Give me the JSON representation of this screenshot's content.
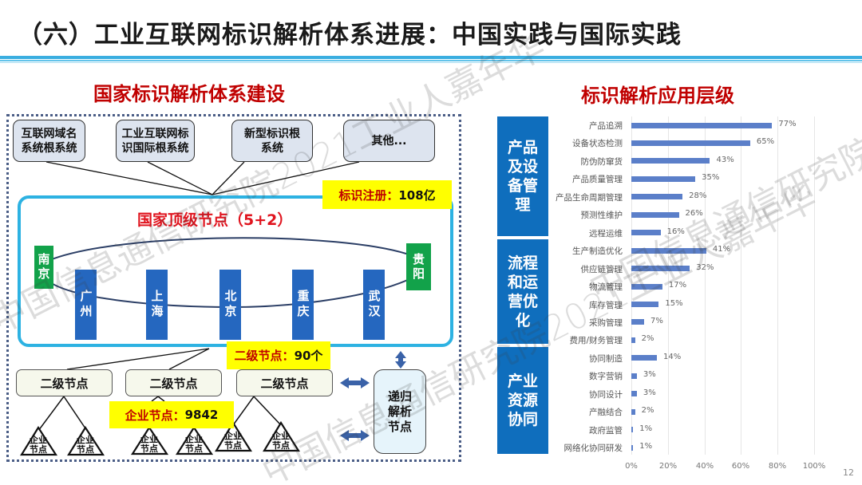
{
  "page": {
    "title": "（六）工业互联网标识解析体系进展：中国实践与国际实践",
    "page_number": "12"
  },
  "left": {
    "heading": "国家标识解析体系建设",
    "root_systems": [
      {
        "label": "互联网域名\n系统根系统"
      },
      {
        "label": "工业互联网标\n识国际根系统"
      },
      {
        "label": "新型标识根\n系统"
      },
      {
        "label": "其他..."
      }
    ],
    "registration_callout": {
      "key": "标识注册：",
      "value": "108亿"
    },
    "top_node_title": "国家顶级节点（5+2）",
    "green_nodes": [
      {
        "label": "南京"
      },
      {
        "label": "贵阳"
      }
    ],
    "blue_nodes": [
      {
        "label": "广州"
      },
      {
        "label": "上海"
      },
      {
        "label": "北京"
      },
      {
        "label": "重庆"
      },
      {
        "label": "武汉"
      }
    ],
    "second_level_callout": {
      "key": "二级节点：",
      "value": "90个"
    },
    "second_level_nodes": [
      {
        "label": "二级节点"
      },
      {
        "label": "二级节点"
      },
      {
        "label": "二级节点"
      }
    ],
    "enterprise_callout": {
      "key": "企业节点：",
      "value": "9842"
    },
    "enterprise_node_label": "企业\n节点",
    "recursive_node": {
      "label": "递归\n解析\n节点"
    }
  },
  "right": {
    "heading": "标识解析应用层级",
    "categories": [
      {
        "label": "产品及设备管理"
      },
      {
        "label": "流程和运营优化"
      },
      {
        "label": "产业资源协同"
      }
    ]
  },
  "watermark": {
    "text": "中国信息通信研究院2021工业人嘉年华"
  },
  "chart_data": {
    "type": "bar",
    "orientation": "horizontal",
    "title": "标识解析应用层级",
    "xlabel": "",
    "ylabel": "",
    "xlim": [
      0,
      100
    ],
    "x_ticks": [
      "0%",
      "20%",
      "40%",
      "60%",
      "80%",
      "100%"
    ],
    "grid": true,
    "legend": null,
    "groups": [
      {
        "name": "产品及设备管理",
        "categories": [
          "产品追溯",
          "设备状态检测",
          "防伪防窜货",
          "产品质量管理",
          "产品生命周期管理",
          "预测性维护",
          "远程运维"
        ]
      },
      {
        "name": "流程和运营优化",
        "categories": [
          "生产制造优化",
          "供应链管理",
          "物流管理",
          "库存管理",
          "采购管理",
          "费用/财务管理"
        ]
      },
      {
        "name": "产业资源协同",
        "categories": [
          "协同制造",
          "数字营销",
          "协同设计",
          "产融结合",
          "政府监管",
          "网络化协同研发"
        ]
      }
    ],
    "categories": [
      "产品追溯",
      "设备状态检测",
      "防伪防窜货",
      "产品质量管理",
      "产品生命周期管理",
      "预测性维护",
      "远程运维",
      "生产制造优化",
      "供应链管理",
      "物流管理",
      "库存管理",
      "采购管理",
      "费用/财务管理",
      "协同制造",
      "数字营销",
      "协同设计",
      "产融结合",
      "政府监管",
      "网络化协同研发"
    ],
    "values": [
      77,
      65,
      43,
      35,
      28,
      26,
      16,
      41,
      32,
      17,
      15,
      7,
      2,
      14,
      3,
      3,
      2,
      1,
      1
    ],
    "value_labels": [
      "77%",
      "65%",
      "43%",
      "35%",
      "28%",
      "26%",
      "16%",
      "41%",
      "32%",
      "17%",
      "15%",
      "7%",
      "2%",
      "14%",
      "3%",
      "3%",
      "2%",
      "1%",
      "1%"
    ],
    "bar_color": "#5b7fc9"
  },
  "colors": {
    "heading_red": "#c00000",
    "title_rule": "#3aaee0",
    "top_node_frame": "#2db2e2",
    "city_blue": "#2567bf",
    "city_green": "#12a24a",
    "callout_yellow": "#ffff00",
    "category_blue": "#0f6ebd"
  }
}
